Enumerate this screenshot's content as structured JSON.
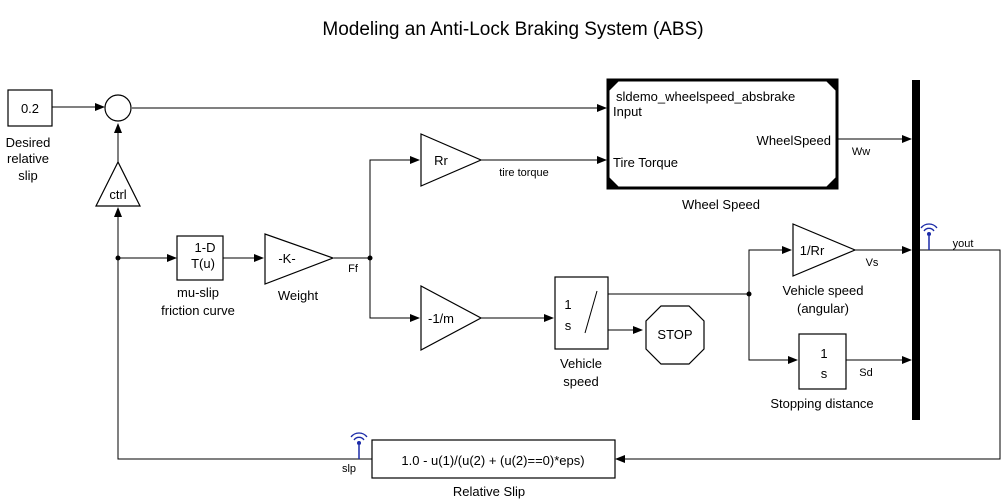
{
  "title": "Modeling an Anti-Lock Braking System (ABS)",
  "blocks": {
    "desired_const": "0.2",
    "desired_label": [
      "Desired",
      "relative",
      "slip"
    ],
    "ctrl": "ctrl",
    "mu_table_line1": "1-D",
    "mu_table_line2": "T(u)",
    "mu_label": [
      "mu-slip",
      "friction curve"
    ],
    "weight_gain": "-K-",
    "weight_label": "Weight",
    "rr_gain": "Rr",
    "inv_m_gain": "-1/m",
    "integrator_s": "1",
    "integrator_bottom": "s",
    "vehicle_speed_label": [
      "Vehicle",
      "speed"
    ],
    "stop": "STOP",
    "wheelspeed_title": "sldemo_wheelspeed_absbrake",
    "wheelspeed_input": "Input",
    "wheelspeed_torque": "Tire Torque",
    "wheelspeed_out": "WheelSpeed",
    "wheelspeed_label": "Wheel Speed",
    "inv_rr_gain": "1/Rr",
    "vs_label": [
      "Vehicle speed",
      "(angular)"
    ],
    "stopdist_top": "1",
    "stopdist_bottom": "s",
    "stopdist_label": "Stopping distance",
    "relslip_expr": "1.0 - u(1)/(u(2) + (u(2)==0)*eps)",
    "relslip_label": "Relative Slip"
  },
  "signals": {
    "tire_torque": "tire torque",
    "ff": "Ff",
    "ww": "Ww",
    "vs": "Vs",
    "sd": "Sd",
    "yout": "yout",
    "slp": "slp"
  }
}
